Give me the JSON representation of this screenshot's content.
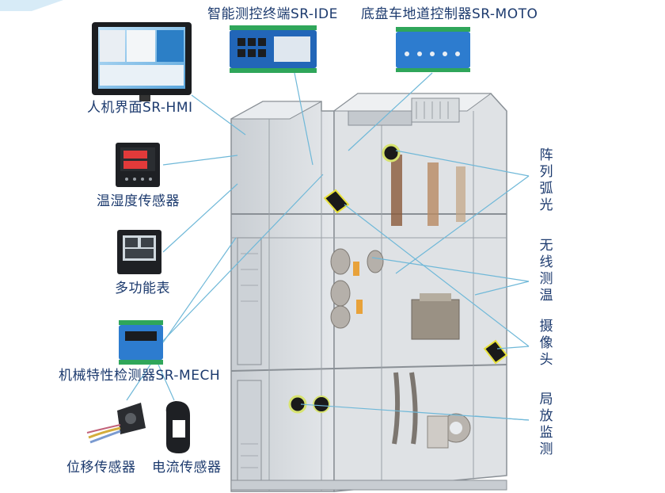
{
  "labels": {
    "ide": "智能测控终端SR-IDE",
    "moto": "底盘车地道控制器SR-MOTO",
    "hmi": "人机界面SR-HMI",
    "temp_humidity": "温湿度传感器",
    "multi_meter": "多功能表",
    "mech": "机械特性检测器SR-MECH",
    "displacement": "位移传感器",
    "current": "电流传感器",
    "arc": "阵列弧光",
    "wireless_temp": "无线测温",
    "camera": "摄像头",
    "pd": "局放监测"
  },
  "colors": {
    "label_text": "#1c3a6e",
    "leader_line": "#6fb8d8",
    "cabinet_fill": "#d4d8dc",
    "cabinet_edge": "#8a9096",
    "device_blue": "#1f74c6",
    "camera_yellow": "#e8e23a"
  }
}
